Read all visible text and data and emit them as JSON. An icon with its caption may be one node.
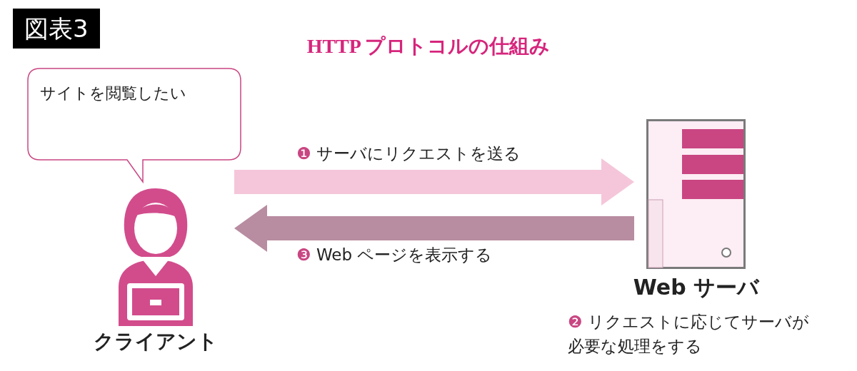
{
  "diagram": {
    "title": "HTTP プロトコルの仕組み",
    "nodes": [
      {
        "text": [
          "サイトを閲覧したい"
        ]
      },
      {
        "text": [
          "クライアント"
        ]
      },
      {
        "text": [
          "Web サーバ"
        ],
        "beside": [
          "❷ リクエストに応じてサーバが必要な処理をする"
        ]
      }
    ],
    "edges": [
      {
        "from": 1,
        "to": 2,
        "arrow": "to",
        "label": "❶ サーバにリクエストを送る",
        "color": "#f5c6da"
      },
      {
        "from": 2,
        "to": 1,
        "arrow": "to",
        "label": "❸ Web ページを表示する",
        "color": "#b88ca1"
      }
    ],
    "labels": [
      "図表3"
    ]
  }
}
